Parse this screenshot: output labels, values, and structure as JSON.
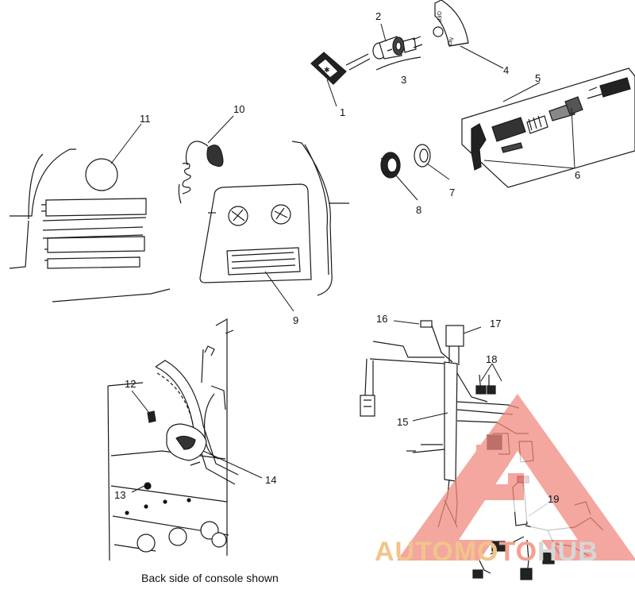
{
  "callouts": [
    "1",
    "2",
    "3",
    "4",
    "5",
    "6",
    "7",
    "8",
    "9",
    "10",
    "11",
    "12",
    "13",
    "14",
    "15",
    "16",
    "17",
    "18",
    "19"
  ],
  "caption": "Back side of console shown",
  "switch_labels": {
    "off": "OFF",
    "on": "ON"
  },
  "watermark": {
    "part1": "AUTOMO",
    "part2": "TO",
    "part3": "HUB"
  },
  "colors": {
    "line": "#1a1a1a",
    "watermark_red": "#f08a80",
    "watermark_yellow": "#f2c48a",
    "watermark_grey": "#d6d6d6"
  }
}
